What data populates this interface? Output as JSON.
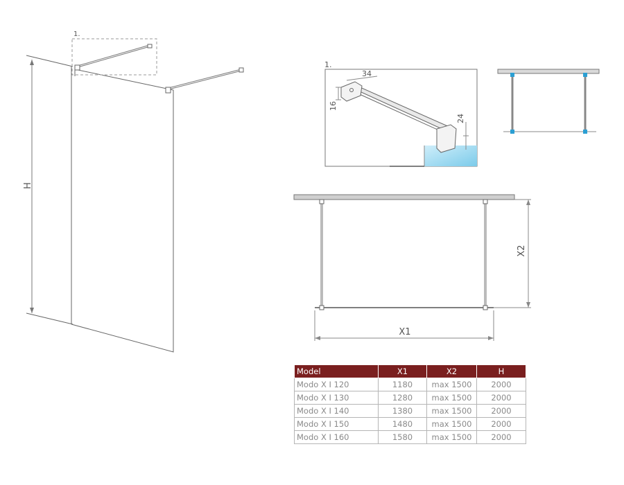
{
  "detail_marker": "1.",
  "detail_title": "1.",
  "dims": {
    "height": "H",
    "width_x1": "X1",
    "depth_x2": "X2",
    "bracket_34": "34",
    "bracket_16": "16",
    "bracket_24": "24"
  },
  "colors": {
    "header": "#7a1f1f",
    "glass": "#8fd3ef",
    "fitting": "#2b9fd3",
    "line": "#555555"
  },
  "table": {
    "headers": [
      "Model",
      "X1",
      "X2",
      "H"
    ],
    "rows": [
      [
        "Modo X I 120",
        "1180",
        "max 1500",
        "2000"
      ],
      [
        "Modo X I 130",
        "1280",
        "max 1500",
        "2000"
      ],
      [
        "Modo X I 140",
        "1380",
        "max 1500",
        "2000"
      ],
      [
        "Modo X I 150",
        "1480",
        "max 1500",
        "2000"
      ],
      [
        "Modo X I 160",
        "1580",
        "max 1500",
        "2000"
      ]
    ]
  }
}
